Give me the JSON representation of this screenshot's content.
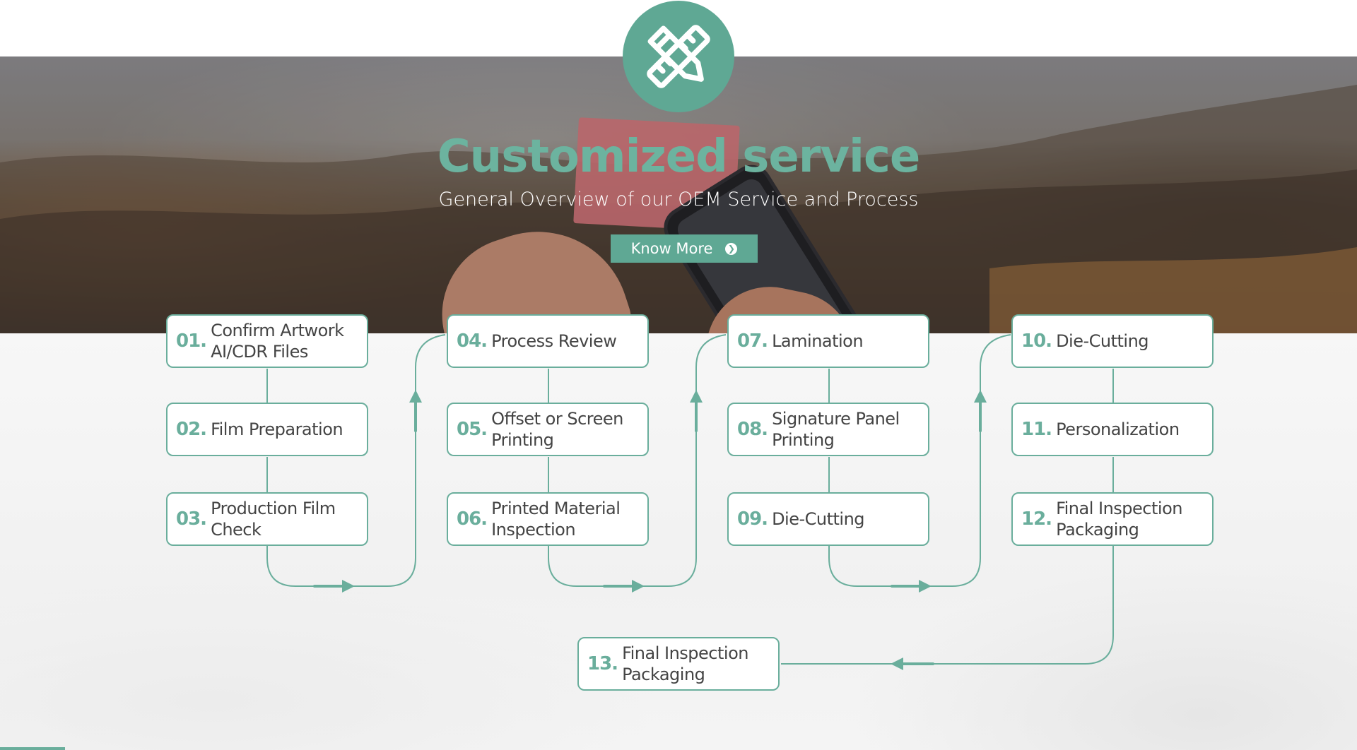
{
  "colors": {
    "accent": "#5fa894",
    "box_border": "#6aae9c",
    "label_text": "#444444",
    "subtitle": "#ffffff"
  },
  "logo": {
    "icon": "pencil-ruler-icon"
  },
  "hero": {
    "title": "Customized service",
    "subtitle": "General Overview of our OEM Service and Process",
    "cta_label": "Know More",
    "cta_icon": "arrow-circle-right-icon"
  },
  "steps": [
    {
      "num": "01.",
      "label": "Confirm Artwork AI/CDR Files"
    },
    {
      "num": "02.",
      "label": "Film Preparation"
    },
    {
      "num": "03.",
      "label": "Production Film Check"
    },
    {
      "num": "04.",
      "label": "Process Review"
    },
    {
      "num": "05.",
      "label": "Offset or Screen Printing"
    },
    {
      "num": "06.",
      "label": "Printed Material Inspection"
    },
    {
      "num": "07.",
      "label": "Lamination"
    },
    {
      "num": "08.",
      "label": "Signature Panel Printing"
    },
    {
      "num": "09.",
      "label": "Die-Cutting"
    },
    {
      "num": "10.",
      "label": "Die-Cutting"
    },
    {
      "num": "11.",
      "label": "Personalization"
    },
    {
      "num": "12.",
      "label": "Final Inspection Packaging"
    },
    {
      "num": "13.",
      "label": "Final Inspection Packaging"
    }
  ]
}
